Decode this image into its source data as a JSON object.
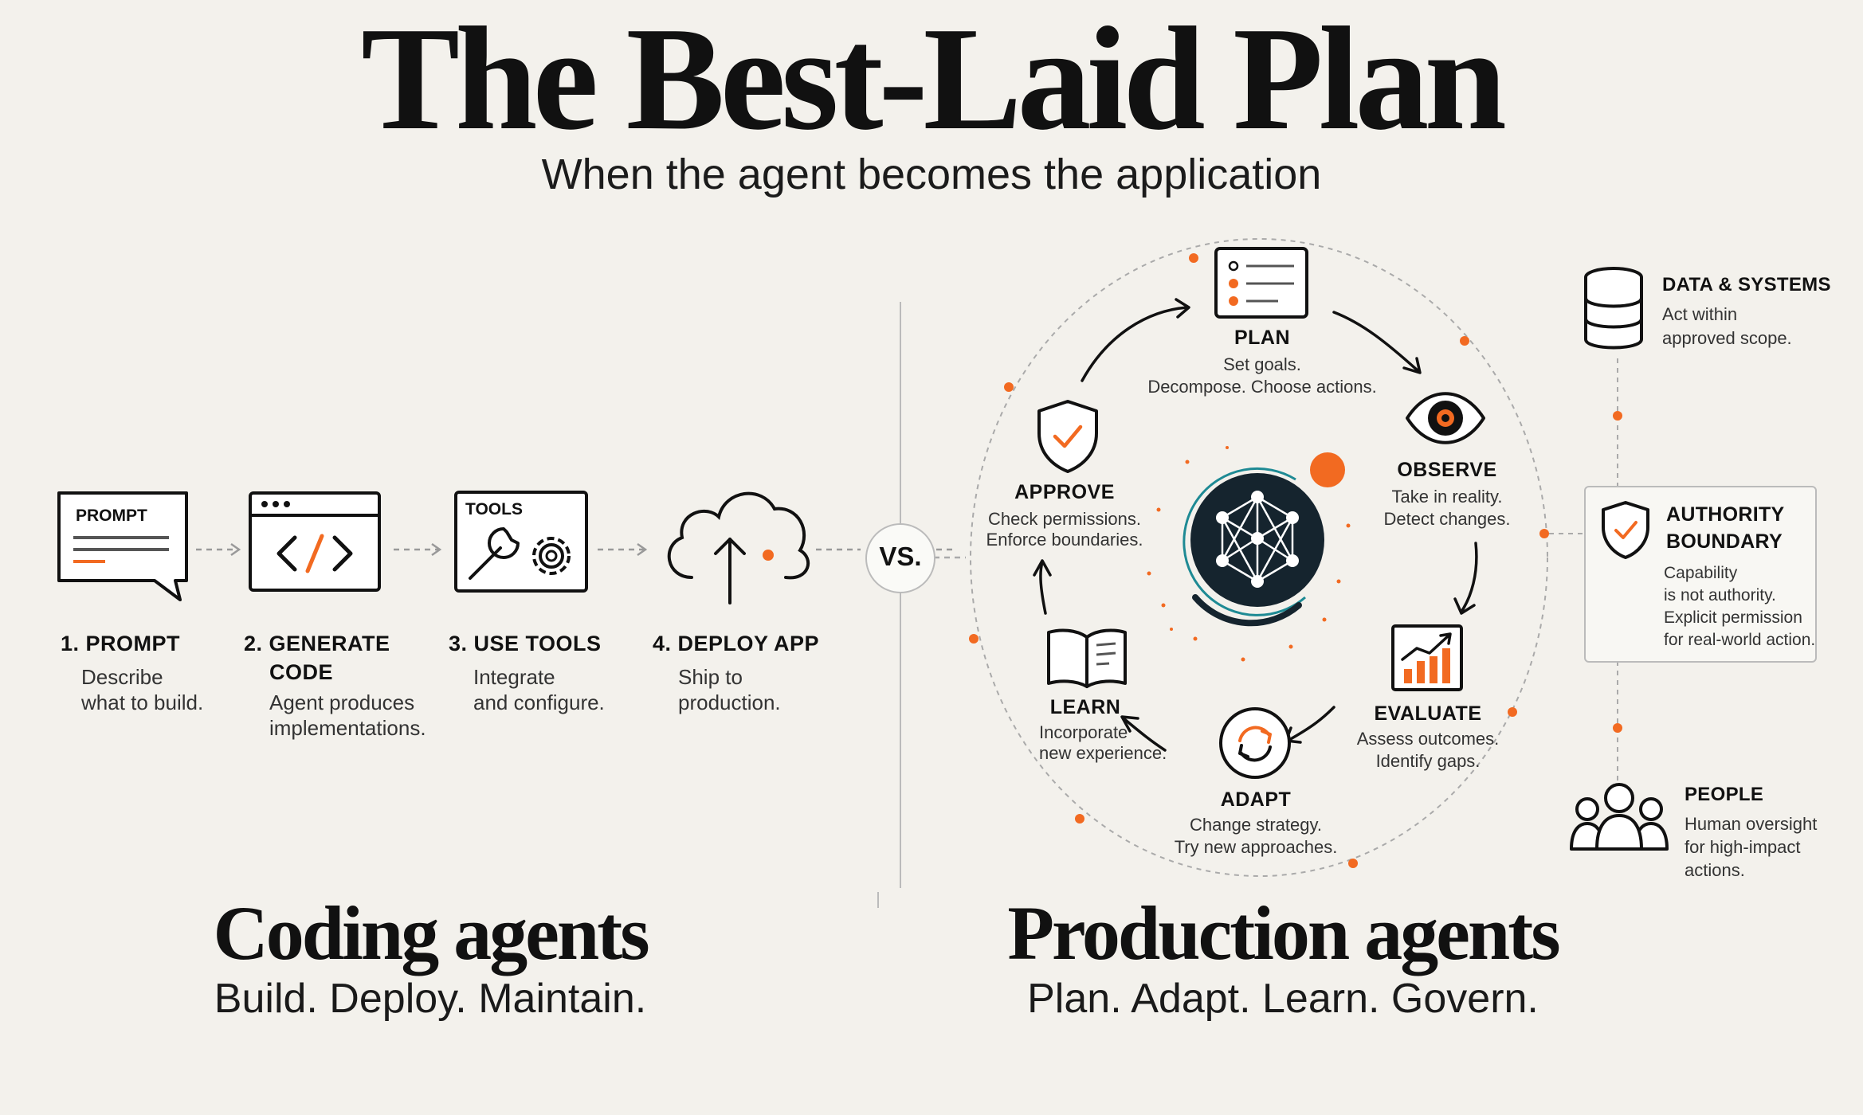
{
  "title": "The Best-Laid Plan",
  "subtitle": "When the agent becomes the application",
  "coding": {
    "steps": [
      {
        "icon_label": "PROMPT",
        "title": "1. PROMPT",
        "desc1": "Describe",
        "desc2": "what to build."
      },
      {
        "title_line1": "2. GENERATE",
        "title_line2": "CODE",
        "desc1": "Agent produces",
        "desc2": "implementations."
      },
      {
        "icon_label": "TOOLS",
        "title": "3. USE TOOLS",
        "desc1": "Integrate",
        "desc2": "and configure."
      },
      {
        "title": "4. DEPLOY APP",
        "desc1": "Ship to",
        "desc2": "production."
      }
    ],
    "heading": "Coding agents",
    "tagline": "Build. Deploy. Maintain."
  },
  "vs_label": "VS.",
  "production": {
    "nodes": {
      "plan": {
        "title": "PLAN",
        "desc1": "Set goals.",
        "desc2": "Decompose. Choose actions."
      },
      "observe": {
        "title": "OBSERVE",
        "desc1": "Take in reality.",
        "desc2": "Detect changes."
      },
      "evaluate": {
        "title": "EVALUATE",
        "desc1": "Assess outcomes.",
        "desc2": "Identify gaps."
      },
      "adapt": {
        "title": "ADAPT",
        "desc1": "Change strategy.",
        "desc2": "Try new approaches."
      },
      "learn": {
        "title": "LEARN",
        "desc1": "Incorporate",
        "desc2": "new experience."
      },
      "approve": {
        "title": "APPROVE",
        "desc1": "Check permissions.",
        "desc2": "Enforce boundaries."
      }
    },
    "heading": "Production agents",
    "tagline": "Plan. Adapt. Learn. Govern."
  },
  "governance": {
    "data_systems": {
      "title": "DATA & SYSTEMS",
      "desc1": "Act within",
      "desc2": "approved scope."
    },
    "authority": {
      "title1": "AUTHORITY",
      "title2": "BOUNDARY",
      "desc1": "Capability",
      "desc2": "is not authority.",
      "desc3": "Explicit permission",
      "desc4": "for real-world action."
    },
    "people": {
      "title": "PEOPLE",
      "desc1": "Human oversight",
      "desc2": "for high-impact",
      "desc3": "actions."
    }
  },
  "colors": {
    "accent": "#f26a21",
    "ink": "#111111",
    "teal": "#1e8a94",
    "navy": "#15242e",
    "background": "#f3f1ec"
  },
  "icons": [
    "chat-bubble-icon",
    "code-window-icon",
    "tools-icon",
    "cloud-upload-icon",
    "checklist-icon",
    "eye-icon",
    "chart-icon",
    "refresh-icon",
    "book-icon",
    "shield-check-icon",
    "network-core-icon",
    "database-icon",
    "people-icon"
  ]
}
